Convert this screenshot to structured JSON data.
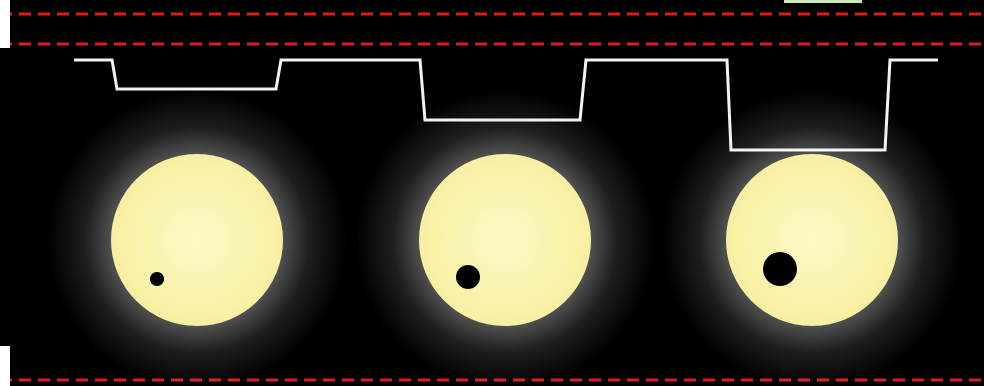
{
  "colors": {
    "background": "#000000",
    "guide_line": "#e01b1b",
    "light_curve": "#f2f2f2",
    "star_core": "#fbf6b4",
    "star_glow": "#ffffff",
    "planet": "#000000",
    "left_edge_marks": "#ffffff",
    "top_right_mark": "#cfe6b0"
  },
  "light_curve": {
    "normalized_flux": 1.0,
    "transit_depths": [
      0.3,
      0.6,
      0.9
    ]
  },
  "transits": [
    {
      "planet_relative_size": 1
    },
    {
      "planet_relative_size": 1.8
    },
    {
      "planet_relative_size": 2.6
    }
  ]
}
